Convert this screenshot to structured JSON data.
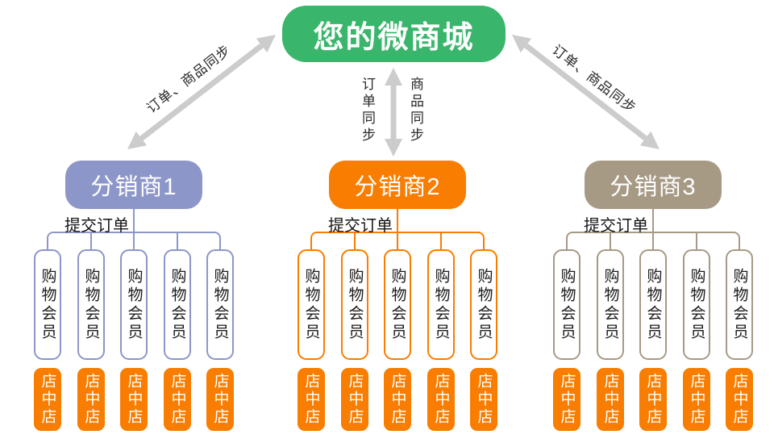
{
  "title": "您的微商城",
  "sync_labels": {
    "left": "订单、商品同步",
    "center_left": "订单同步",
    "center_right": "商品同步",
    "right": "订单、商品同步"
  },
  "groups": [
    {
      "name": "分销商1",
      "submit_label": "提交订单",
      "members": [
        "购物会员",
        "购物会员",
        "购物会员",
        "购物会员",
        "购物会员"
      ],
      "stores": [
        "店中店",
        "店中店",
        "店中店",
        "店中店",
        "店中店"
      ]
    },
    {
      "name": "分销商2",
      "submit_label": "提交订单",
      "members": [
        "购物会员",
        "购物会员",
        "购物会员",
        "购物会员",
        "购物会员"
      ],
      "stores": [
        "店中店",
        "店中店",
        "店中店",
        "店中店",
        "店中店"
      ]
    },
    {
      "name": "分销商3",
      "submit_label": "提交订单",
      "members": [
        "购物会员",
        "购物会员",
        "购物会员",
        "购物会员",
        "购物会员"
      ],
      "stores": [
        "店中店",
        "店中店",
        "店中店",
        "店中店",
        "店中店"
      ]
    }
  ],
  "colors": {
    "mall": "#3ab56c",
    "group1": "#8d96c8",
    "group2": "#f87d00",
    "group3": "#a79a85",
    "store": "#f87d00",
    "arrow": "#cccccc"
  }
}
